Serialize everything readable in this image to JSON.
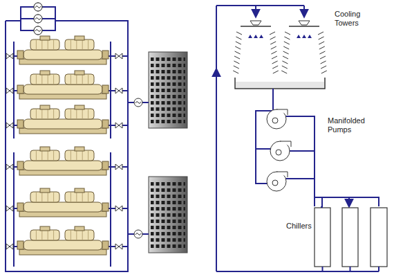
{
  "diagram": {
    "labels": [
      "Cooling Towers",
      "Manifolded Pumps",
      "Chillers"
    ]
  }
}
